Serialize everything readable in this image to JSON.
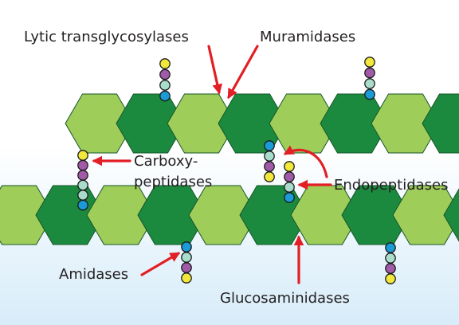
{
  "labels": {
    "lytic": "Lytic transglycosylases",
    "muramidases": "Muramidases",
    "carboxy_1": "Carboxy-",
    "carboxy_2": "peptidases",
    "endopeptidases": "Endopeptidases",
    "amidases": "Amidases",
    "glucosaminidases": "Glucosaminidases"
  },
  "colors": {
    "background_top": "#ffffff",
    "background_bottom": "#d7ecf9",
    "hex_light": "#9fcd5a",
    "hex_dark": "#1b8a3e",
    "hex_outline": "#16552a",
    "arrow": "#e31e24",
    "bead_yellow": "#f2e83c",
    "bead_purple": "#a05aa8",
    "bead_teal": "#a9dccb",
    "bead_blue": "#1a9ad6",
    "bead_outline": "#1b1b1b",
    "text": "#231f20"
  }
}
